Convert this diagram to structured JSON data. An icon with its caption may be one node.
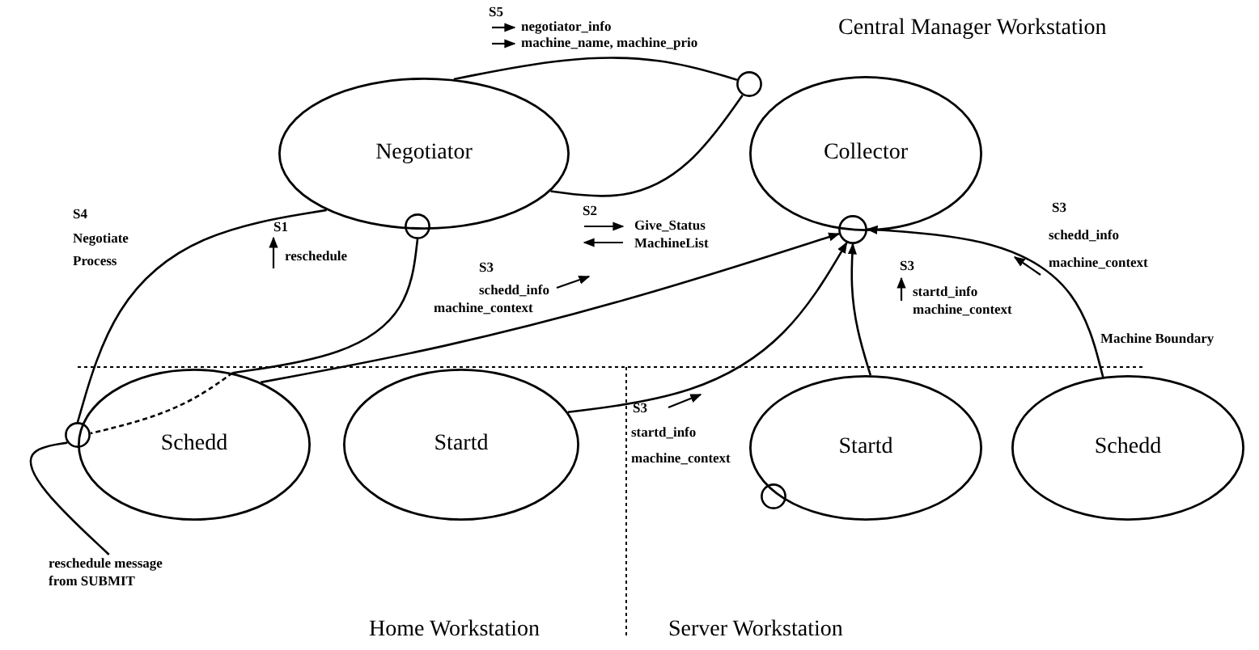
{
  "diagram": {
    "nodes": [
      {
        "text": [
          "Negotiator"
        ]
      },
      {
        "text": [
          "Collector"
        ]
      },
      {
        "text": [
          "Schedd"
        ]
      },
      {
        "text": [
          "Startd"
        ]
      },
      {
        "text": [
          "Startd"
        ]
      },
      {
        "text": [
          "Schedd"
        ]
      },
      {
        "text": [],
        "shape": "circle"
      },
      {
        "text": [],
        "shape": "circle"
      },
      {
        "text": [],
        "shape": "circle"
      },
      {
        "text": [],
        "shape": "circle"
      },
      {
        "text": [],
        "shape": "circle"
      },
      {
        "text": [
          "reschedule message from SUBMIT"
        ]
      }
    ],
    "edges": [
      {
        "from": 0,
        "to": 7,
        "arrow": "none"
      },
      {
        "from": 0,
        "to": 7,
        "arrow": "none"
      },
      {
        "from": 9,
        "to": 0,
        "arrow": "none"
      },
      {
        "from": 6,
        "to": 2,
        "arrow": "none"
      },
      {
        "from": 2,
        "to": 9,
        "arrow": "none",
        "style": "dashed"
      },
      {
        "from": 2,
        "to": 8,
        "arrow": "to"
      },
      {
        "from": 3,
        "to": 8,
        "arrow": "to"
      },
      {
        "from": 4,
        "to": 8,
        "arrow": "to"
      },
      {
        "from": 5,
        "to": 8,
        "arrow": "to"
      },
      {
        "from": 11,
        "to": 9,
        "arrow": "none"
      }
    ],
    "labels": [
      "S5",
      "negotiator_info",
      "machine_name, machine_prio",
      "Central Manager Workstation",
      "S4",
      "Negotiate Process",
      "S2",
      "Give_Status",
      "MachineList",
      "S3",
      "schedd_info",
      "machine_context",
      "S1",
      "reschedule",
      "S3",
      "schedd_info",
      "machine_context",
      "S3",
      "startd_info",
      "machine_context",
      "Machine Boundary",
      "S3",
      "startd_info",
      "machine_context",
      "Home Workstation",
      "Server Workstation"
    ]
  }
}
